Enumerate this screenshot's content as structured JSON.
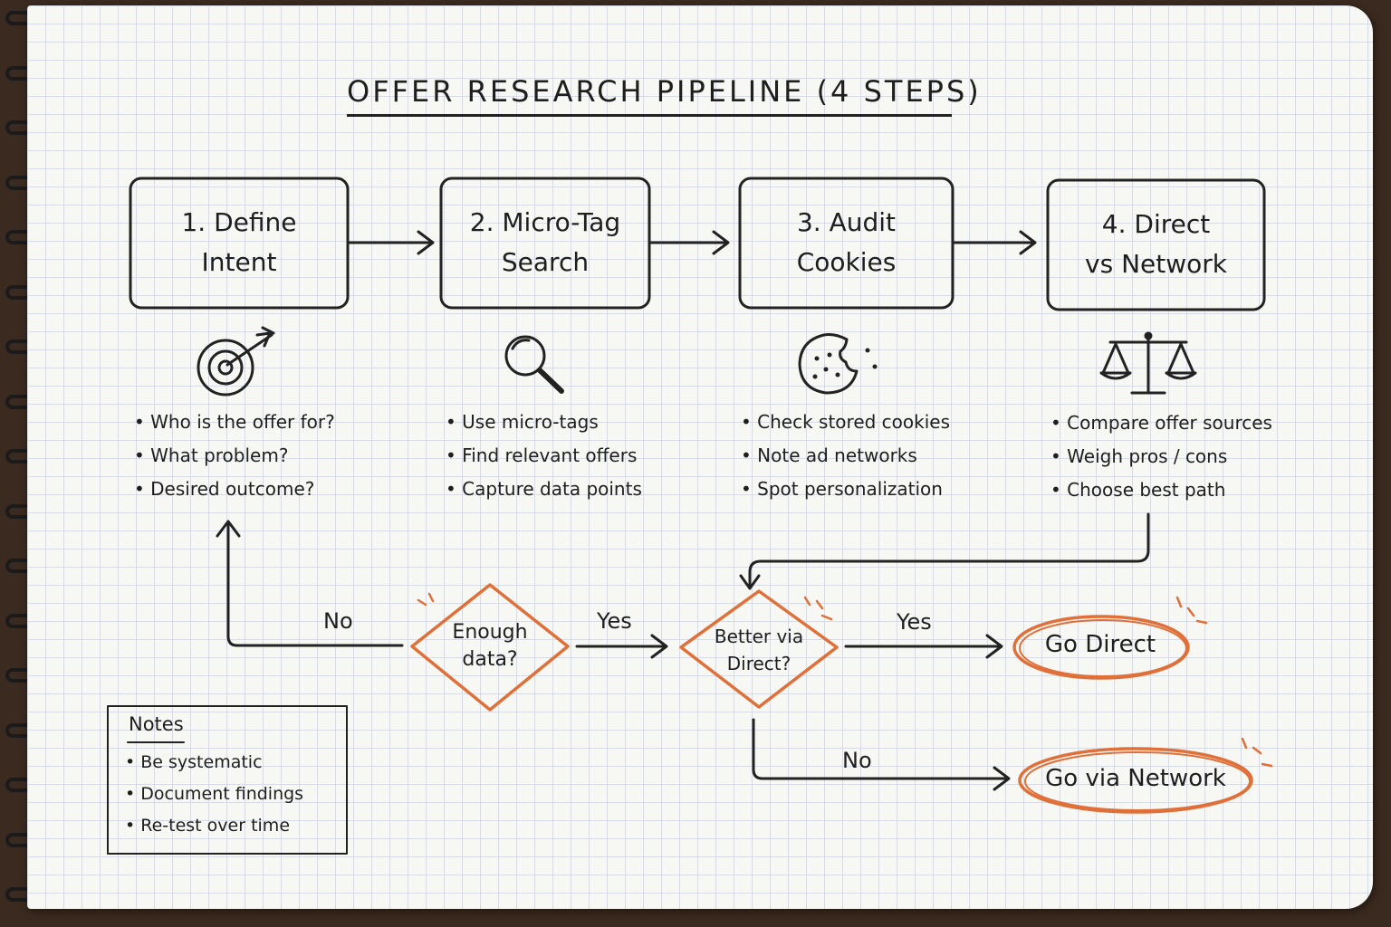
{
  "title": "OFFER RESEARCH PIPELINE (4 STEPS)",
  "steps": [
    {
      "line1": "1. Define",
      "line2": "Intent",
      "icon": "target-icon",
      "bullets": [
        "Who is the offer for?",
        "What problem?",
        "Desired outcome?"
      ]
    },
    {
      "line1": "2. Micro-Tag",
      "line2": "Search",
      "icon": "magnifier-icon",
      "bullets": [
        "Use micro-tags",
        "Find relevant offers",
        "Capture data points"
      ]
    },
    {
      "line1": "3. Audit",
      "line2": "Cookies",
      "icon": "cookie-icon",
      "bullets": [
        "Check stored cookies",
        "Note ad networks",
        "Spot personalization"
      ]
    },
    {
      "line1": "4. Direct",
      "line2": "vs Network",
      "icon": "scales-icon",
      "bullets": [
        "Compare offer sources",
        "Weigh pros / cons",
        "Choose best path"
      ]
    }
  ],
  "decisions": [
    {
      "line1": "Enough",
      "line2": "data?"
    },
    {
      "line1": "Better via",
      "line2": "Direct?"
    }
  ],
  "edge_labels": {
    "no_loop": "No",
    "yes_1": "Yes",
    "yes_2": "Yes",
    "no_2": "No"
  },
  "outcomes": {
    "direct": "Go Direct",
    "network": "Go via Network"
  },
  "notes": {
    "heading": "Notes",
    "items": [
      "Be systematic",
      "Document findings",
      "Re-test over time"
    ]
  },
  "colors": {
    "ink": "#222222",
    "accent": "#e0703a",
    "paper": "#f7f7f4",
    "grid": "#d6dbe4"
  }
}
